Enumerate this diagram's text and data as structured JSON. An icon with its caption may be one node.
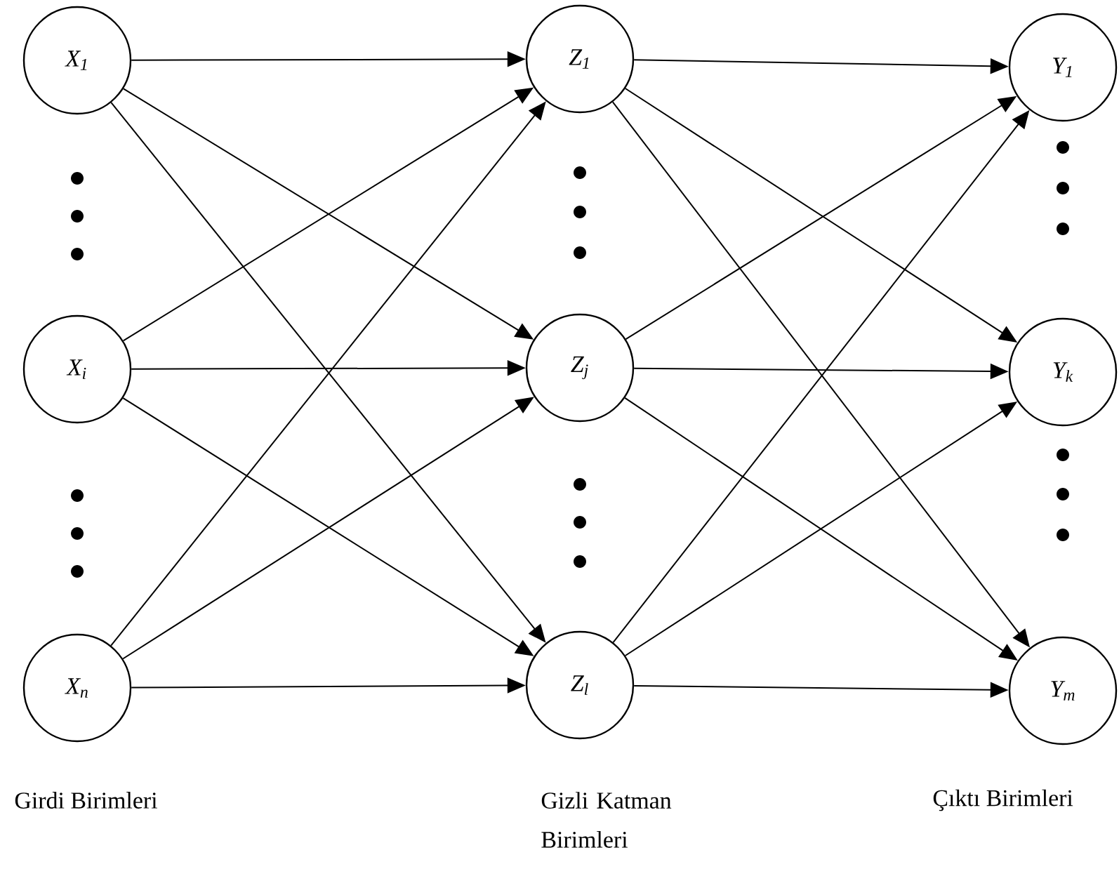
{
  "diagram": {
    "nodes": [
      {
        "text": [
          "X$_{1}$"
        ]
      },
      {
        "text": [
          "X$_{i}$"
        ]
      },
      {
        "text": [
          "X$_{n}$"
        ]
      },
      {
        "text": [
          "Z$_{1}$"
        ]
      },
      {
        "text": [
          "Z$_{j}$"
        ]
      },
      {
        "text": [
          "Z$_{l}$"
        ]
      },
      {
        "text": [
          "Y$_{1}$"
        ]
      },
      {
        "text": [
          "Y$_{k}$"
        ]
      },
      {
        "text": [
          "Y$_{m}$"
        ]
      }
    ],
    "edges": [
      {
        "from": 0,
        "to": 3,
        "arrow": "to"
      },
      {
        "from": 0,
        "to": 4,
        "arrow": "to"
      },
      {
        "from": 0,
        "to": 5,
        "arrow": "to"
      },
      {
        "from": 1,
        "to": 3,
        "arrow": "to"
      },
      {
        "from": 1,
        "to": 4,
        "arrow": "to"
      },
      {
        "from": 1,
        "to": 5,
        "arrow": "to"
      },
      {
        "from": 2,
        "to": 3,
        "arrow": "to"
      },
      {
        "from": 2,
        "to": 4,
        "arrow": "to"
      },
      {
        "from": 2,
        "to": 5,
        "arrow": "to"
      },
      {
        "from": 3,
        "to": 6,
        "arrow": "to"
      },
      {
        "from": 3,
        "to": 7,
        "arrow": "to"
      },
      {
        "from": 3,
        "to": 8,
        "arrow": "to"
      },
      {
        "from": 4,
        "to": 6,
        "arrow": "to"
      },
      {
        "from": 4,
        "to": 7,
        "arrow": "to"
      },
      {
        "from": 4,
        "to": 8,
        "arrow": "to"
      },
      {
        "from": 5,
        "to": 6,
        "arrow": "to"
      },
      {
        "from": 5,
        "to": 7,
        "arrow": "to"
      },
      {
        "from": 5,
        "to": 8,
        "arrow": "to"
      }
    ],
    "labels": [
      "Girdi Birimleri",
      "Gizli Katman Birimleri",
      "Çıktı Birimleri"
    ]
  }
}
